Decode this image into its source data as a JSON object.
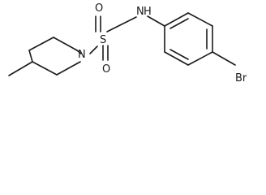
{
  "atoms": {
    "sulfur": "S",
    "oxygen_top": "O",
    "oxygen_bottom": "O",
    "nitrogen_ring": "N",
    "nitrogen_amide": "N",
    "hydrogen_amide": "H",
    "bromine": "Br"
  }
}
